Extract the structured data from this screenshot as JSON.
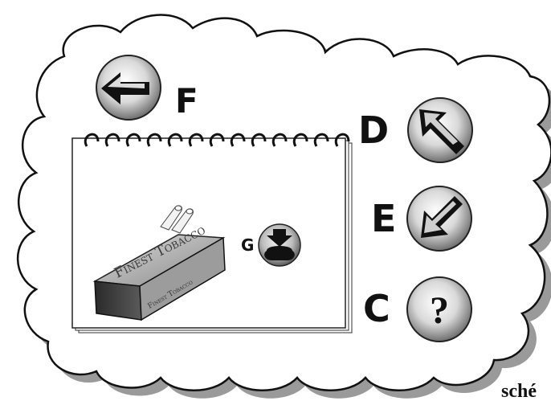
{
  "labels": {
    "f": "F",
    "d": "D",
    "e": "E",
    "c": "C",
    "g": "G"
  },
  "buttons": {
    "f_icon": "arrow-left-icon",
    "d_icon": "arrow-up-left-icon",
    "e_icon": "arrow-down-left-icon",
    "c_icon": "question-mark-icon",
    "c_symbol": "?",
    "g_icon": "arrow-down-into-bin-icon"
  },
  "notebook": {
    "box_label_top": "Finest Tobacco",
    "box_label_side": "Finest Tobacco"
  },
  "caption": "sché"
}
